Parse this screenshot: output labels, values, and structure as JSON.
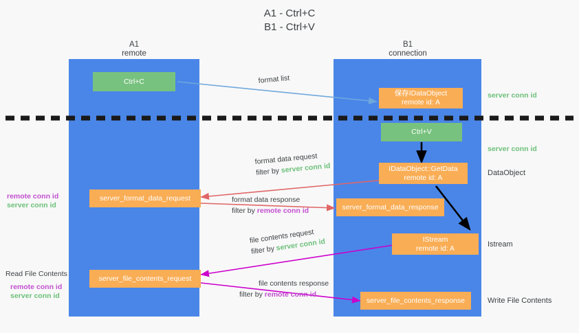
{
  "title": "A1 - Ctrl+C\nB1 - Ctrl+V",
  "columns": [
    {
      "name": "A1",
      "role": "remote"
    },
    {
      "name": "B1",
      "role": "connection"
    }
  ],
  "colors": {
    "lane": "#4a86e8",
    "box_orange": "#f9ad55",
    "box_green": "#78c27f",
    "server_conn_id": "#6cc07a",
    "remote_conn_id": "#c24fd0",
    "arrow_blue": "#6fa8dc",
    "arrow_red": "#e06666",
    "arrow_magenta": "#cc00cc",
    "arrow_black": "#000000",
    "divider": "#1a1a1a",
    "background": "#f8f8f8"
  },
  "boxes": {
    "ctrl_c": "Ctrl+C",
    "ctrl_v": "Ctrl+V",
    "save_idataobject": "保存IDataObject\nremote id: A",
    "idataobject_getdata": "IDataObject::GetData\nremote id: A",
    "istream": "IStream\nremote id: A",
    "server_format_data_request": "server_format_data_request",
    "server_format_data_response": "server_format_data_response",
    "server_file_contents_request": "server_file_contents_request",
    "server_file_contents_response": "server_file_contents_response"
  },
  "edges": {
    "format_list": "format list",
    "format_data_request": "format data request",
    "format_data_request_filter_prefix": "filter by ",
    "format_data_request_filter_value": "server conn id",
    "format_data_response": "format data response",
    "format_data_response_filter_prefix": "filter by ",
    "format_data_response_filter_value": "remote conn id",
    "file_contents_request": "file contents request",
    "file_contents_request_filter_prefix": "filter by ",
    "file_contents_request_filter_value": "server conn id",
    "file_contents_response": "file contents response",
    "file_contents_response_filter_prefix": "filter by ",
    "file_contents_response_filter_value": "remote conn id"
  },
  "right_labels": {
    "server_conn_id_top": "server conn id",
    "server_conn_id_mid": "server conn id",
    "dataobject": "DataObject",
    "istream": "Istream",
    "write_file_contents": "Write File Contents"
  },
  "left_labels": {
    "format_remote": "remote conn id",
    "format_server": "server conn id",
    "read_file_contents": "Read File Contents",
    "file_remote": "remote conn id",
    "file_server": "server conn id"
  }
}
